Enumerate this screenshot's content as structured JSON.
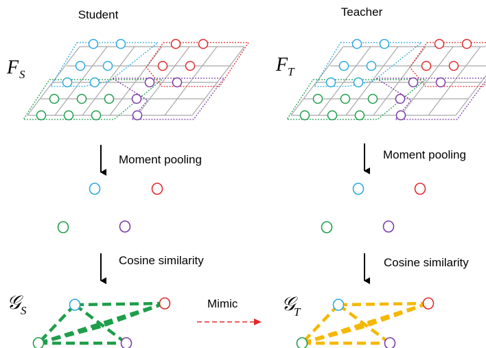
{
  "student": {
    "title": "Student",
    "feature_symbol": "F",
    "feature_subscript": "S",
    "moment_pooling_label": "Moment pooling",
    "cosine_similarity_label": "Cosine similarity",
    "graph_symbol": "𝒢",
    "graph_subscript": "S"
  },
  "teacher": {
    "title": "Teacher",
    "feature_symbol": "F",
    "feature_subscript": "T",
    "moment_pooling_label": "Moment pooling",
    "cosine_similarity_label": "Cosine similarity",
    "graph_symbol": "𝒢",
    "graph_subscript": "T"
  },
  "mimic_label": "Mimic",
  "colors": {
    "blue": "#2aa9e0",
    "red": "#e02a2a",
    "green": "#1e9e4a",
    "purple": "#7a3aa8",
    "grid": "#a8a8a8",
    "student_graph_edge": "#1e9e4a",
    "teacher_graph_edge": "#f5b800",
    "mimic_arrow": "#e02a2a"
  }
}
